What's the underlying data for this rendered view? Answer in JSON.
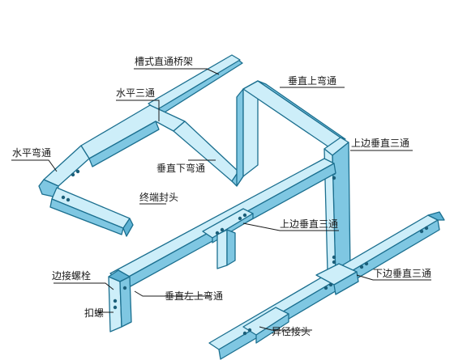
{
  "labels": {
    "groove_bridge": "槽式直通桥架",
    "horizontal_tee": "水平三通",
    "vertical_up_bend": "垂直上弯通",
    "horizontal_bend": "水平弯通",
    "vertical_down_bend": "垂直下弯通",
    "upper_side_vertical_tee_1": "上边垂直三通",
    "end_cap": "终端封头",
    "upper_side_vertical_tee_2": "上边垂直三通",
    "side_connector_bolt": "边接螺栓",
    "lower_side_vertical_tee": "下边垂直三通",
    "vertical_left_up_bend": "垂直左上弯通",
    "buckle": "扣螺",
    "reducer_joint": "异径接头"
  }
}
